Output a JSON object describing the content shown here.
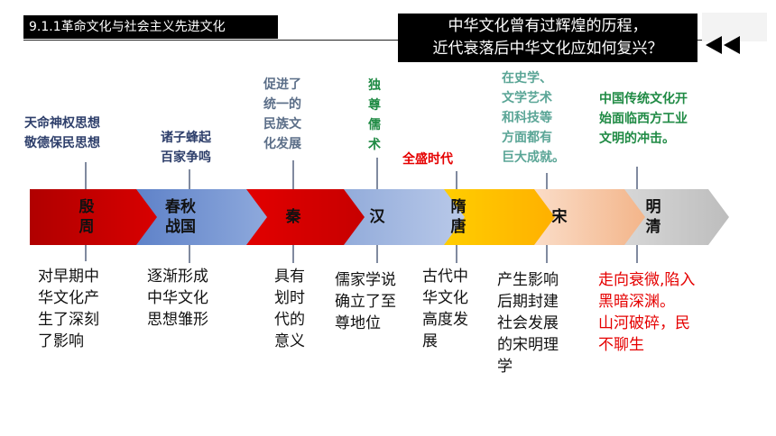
{
  "header": {
    "section_tag": "9.1.1革命文化与社会主义先进文化",
    "question_line1": "中华文化曾有过辉煌的历程，",
    "question_line2": "近代衰落后中华文化应如何复兴？",
    "rewind_icon": "double-left-arrow"
  },
  "colors": {
    "navy": "#2e3f6b",
    "teal": "#5aa596",
    "green": "#1f8a44",
    "red": "#e50000",
    "dark_red": "#c00000"
  },
  "timeline": {
    "segments": [
      {
        "label": "殷\n周",
        "color": "#c00000"
      },
      {
        "label": "春秋\n战国",
        "color": "#6d8fcf"
      },
      {
        "label": "秦",
        "color": "#d91a1a"
      },
      {
        "label": "汉",
        "color": "#a8bde2"
      },
      {
        "label": "隋\n唐",
        "color": "#ffc000"
      },
      {
        "label": "宋",
        "color": "#f6c9a6"
      },
      {
        "label": "明\n清",
        "color": "#c9c9c9"
      }
    ],
    "above": [
      "天命神权思想\n敬德保民思想",
      "诸子蜂起\n百家争鸣",
      "促进了\n统一的\n民族文\n化发展",
      "独\n尊\n儒\n术",
      "全盛时代",
      "在史学、\n文学艺术\n和科技等\n方面都有\n巨大成就。",
      "中国传统文化开\n始面临西方工业\n文明的冲击。"
    ],
    "below": [
      "对早期中\n华文化产\n生了深刻\n了影响",
      "逐渐形成\n中华文化\n思想雏形",
      "具有\n划时\n代的\n意义",
      "儒家学说\n确立了至\n尊地位",
      "古代中\n华文化\n高度发\n展",
      "产生影响\n后期封建\n社会发展\n的宋明理\n学",
      "走向衰微,陷入\n黑暗深渊。\n山河破碎，民\n不聊生"
    ]
  }
}
